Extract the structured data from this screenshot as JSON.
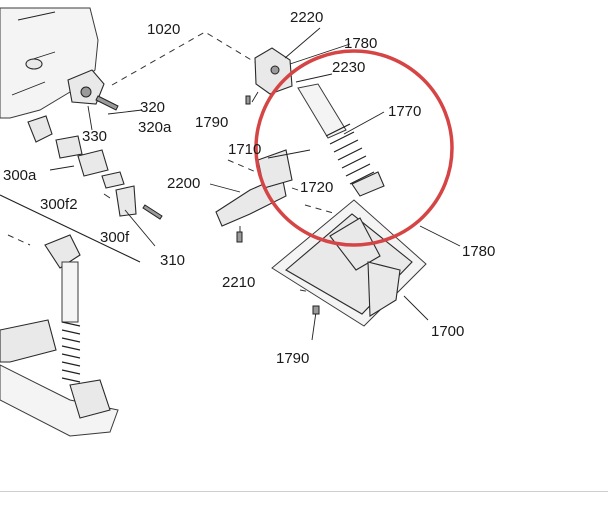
{
  "diagram": {
    "highlight_color": "#d64545",
    "callouts": {
      "c1020": "1020",
      "c2220": "2220",
      "c1780_top": "1780",
      "c2230": "2230",
      "c320": "320",
      "c320a": "320a",
      "c330": "330",
      "c1790_top": "1790",
      "c1770": "1770",
      "c1710": "1710",
      "c300a": "300a",
      "c2200": "2200",
      "c1720": "1720",
      "c300f2": "300f2",
      "c300f": "300f",
      "c1780_right": "1780",
      "c310": "310",
      "c2210": "2210",
      "c1700": "1700",
      "c1790_bottom": "1790"
    }
  }
}
